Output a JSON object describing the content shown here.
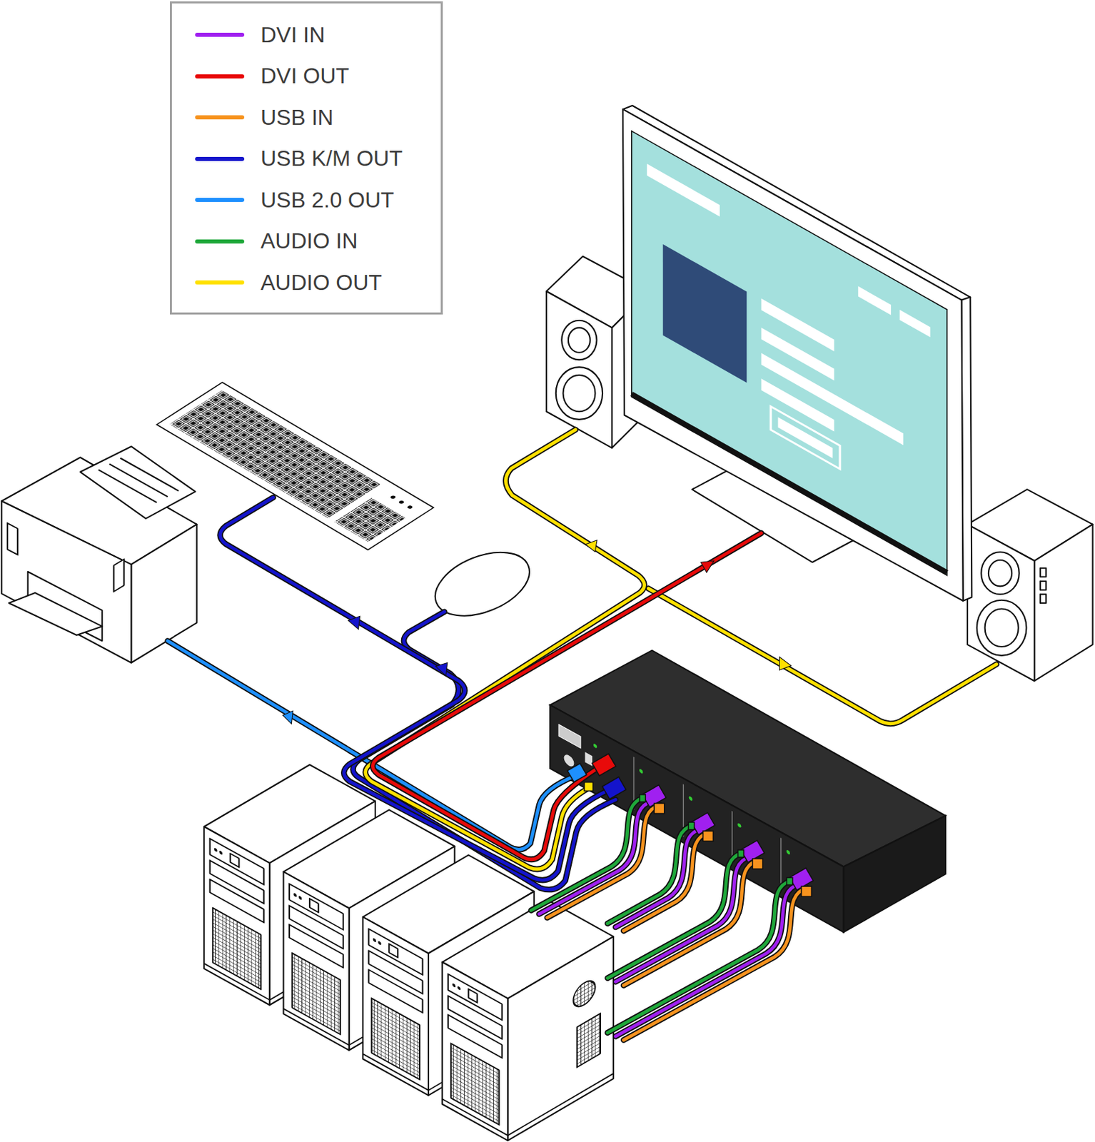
{
  "diagram": {
    "legend": [
      {
        "text": "DVI IN",
        "color": "#a020f0"
      },
      {
        "text": "DVI OUT",
        "color": "#e80a0a"
      },
      {
        "text": "USB IN",
        "color": "#f7931e"
      },
      {
        "text": "USB K/M OUT",
        "color": "#1414cc"
      },
      {
        "text": "USB 2.0 OUT",
        "color": "#1e90ff"
      },
      {
        "text": "AUDIO IN",
        "color": "#1fa83a"
      },
      {
        "text": "AUDIO OUT",
        "color": "#ffe100"
      }
    ]
  }
}
